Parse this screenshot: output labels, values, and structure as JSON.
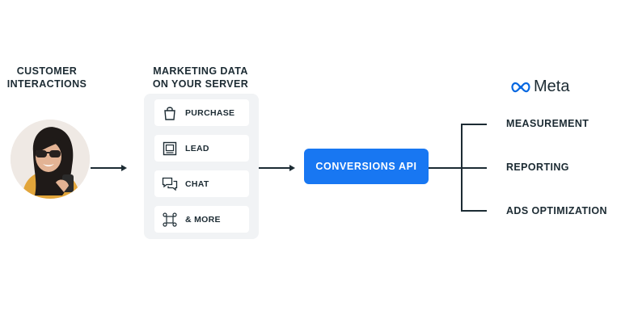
{
  "headings": {
    "customer": [
      "CUSTOMER",
      "INTERACTIONS"
    ],
    "server": [
      "MARKETING DATA",
      "ON YOUR SERVER"
    ]
  },
  "data_items": [
    {
      "label": "PURCHASE",
      "icon": "shopping-bag-icon"
    },
    {
      "label": "LEAD",
      "icon": "lead-form-icon"
    },
    {
      "label": "CHAT",
      "icon": "chat-bubbles-icon"
    },
    {
      "label": "& MORE",
      "icon": "network-nodes-icon"
    }
  ],
  "center": {
    "label": "CONVERSIONS API"
  },
  "brand": {
    "name": "Meta",
    "icon": "meta-infinity-icon",
    "color": "#0668e1"
  },
  "outcomes": [
    "MEASUREMENT",
    "REPORTING",
    "ADS OPTIMIZATION"
  ],
  "colors": {
    "accent": "#1877f2",
    "text": "#1c2b33",
    "panel": "#f1f3f5"
  }
}
